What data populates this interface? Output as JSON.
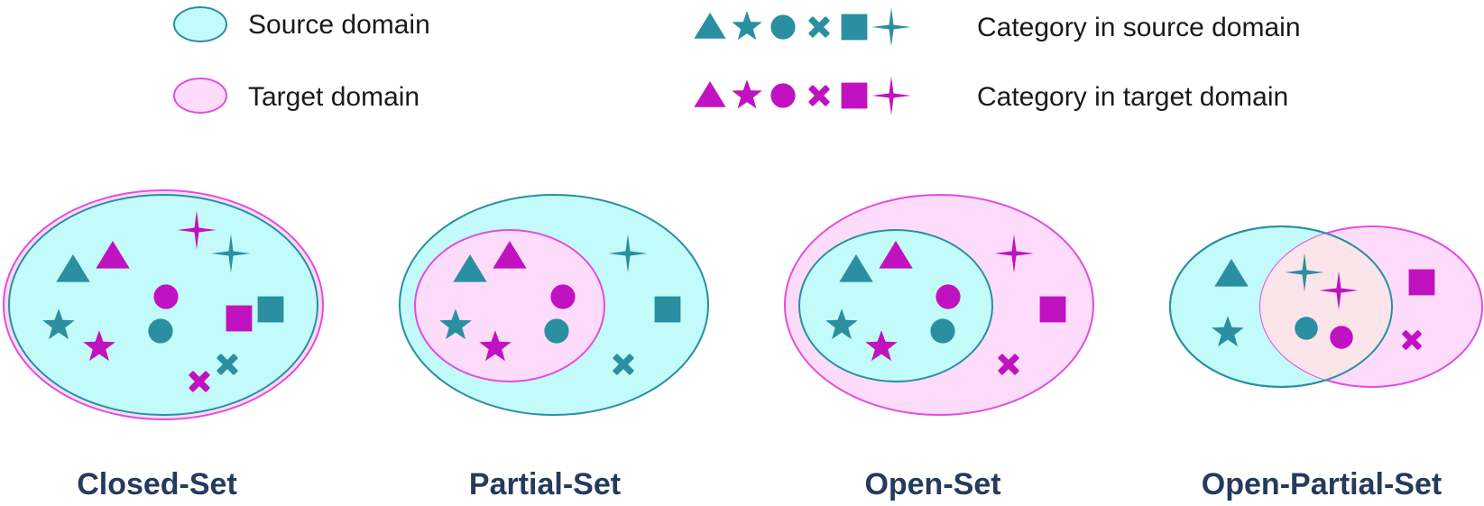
{
  "colors": {
    "source_fill": "#c3fafa",
    "source_stroke": "#2a8fa0",
    "target_fill": "#fddcfb",
    "target_stroke": "#e04ee0",
    "overlap_fill": "#fbe4ea",
    "source_symbol": "#2a8fa0",
    "target_symbol": "#c012c0",
    "title": "#263a5e"
  },
  "legend": {
    "source_domain": "Source domain",
    "target_domain": "Target domain",
    "source_category": "Category in source domain",
    "target_category": "Category in target domain",
    "symbols": [
      "triangle",
      "star",
      "circle",
      "cross",
      "square",
      "sparkle"
    ]
  },
  "panels": {
    "closed_set": {
      "title": "Closed-Set"
    },
    "partial_set": {
      "title": "Partial-Set"
    },
    "open_set": {
      "title": "Open-Set"
    },
    "open_partial_set": {
      "title": "Open-Partial-Set"
    }
  }
}
